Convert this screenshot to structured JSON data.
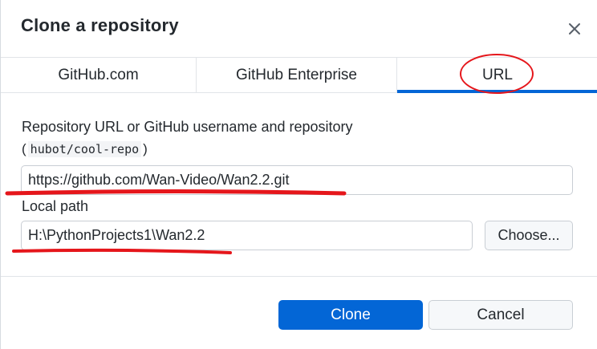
{
  "dialog": {
    "title": "Clone a repository",
    "close_icon": "close-icon"
  },
  "tabs": [
    {
      "label": "GitHub.com",
      "active": false
    },
    {
      "label": "GitHub Enterprise",
      "active": false
    },
    {
      "label": "URL",
      "active": true
    }
  ],
  "form": {
    "url_label": "Repository URL or GitHub username and repository",
    "url_hint_open": "(",
    "url_hint_code": "hubot/cool-repo",
    "url_hint_close": ")",
    "url_value": "https://github.com/Wan-Video/Wan2.2.git",
    "path_label": "Local path",
    "path_value": "H:\\PythonProjects1\\Wan2.2",
    "choose_label": "Choose..."
  },
  "footer": {
    "clone_label": "Clone",
    "cancel_label": "Cancel"
  },
  "colors": {
    "accent": "#0366d6",
    "annotation": "#e5161b"
  }
}
